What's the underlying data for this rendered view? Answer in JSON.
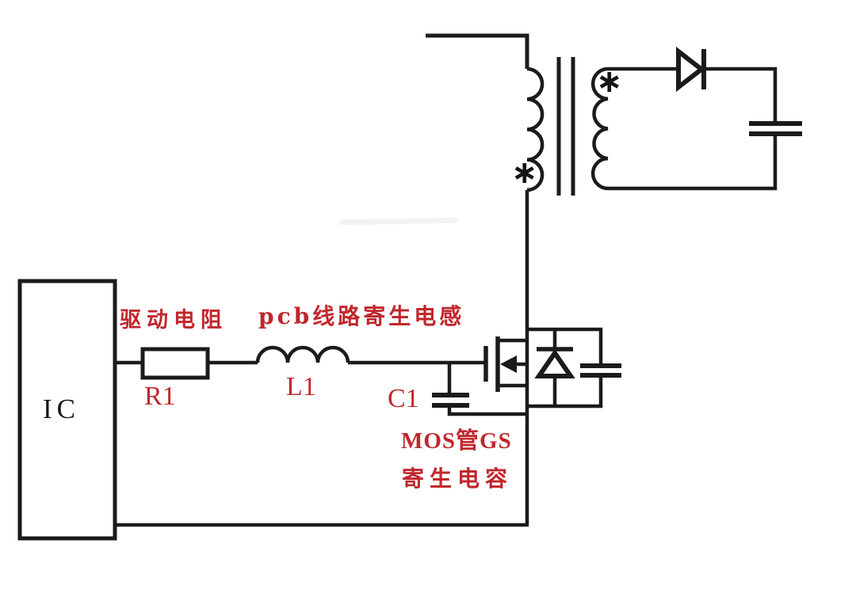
{
  "diagram": {
    "type": "circuit-schematic",
    "components": {
      "ic": {
        "ref": "IC"
      },
      "drive_resistor": {
        "ref": "R1",
        "label": "驱动电阻"
      },
      "pcb_parasitic_inductor": {
        "ref": "L1",
        "label": "pcb线路寄生电感"
      },
      "gs_parasitic_capacitor": {
        "ref": "C1",
        "label_line1": "MOS管GS",
        "label_line2": "寄生电容"
      },
      "transformer": {
        "primary_dot": "∗",
        "secondary_dot": "∗"
      }
    },
    "colors": {
      "wire": "#1b1b1b",
      "annotation_red": "#c1272d",
      "background": "#ffffff"
    }
  }
}
